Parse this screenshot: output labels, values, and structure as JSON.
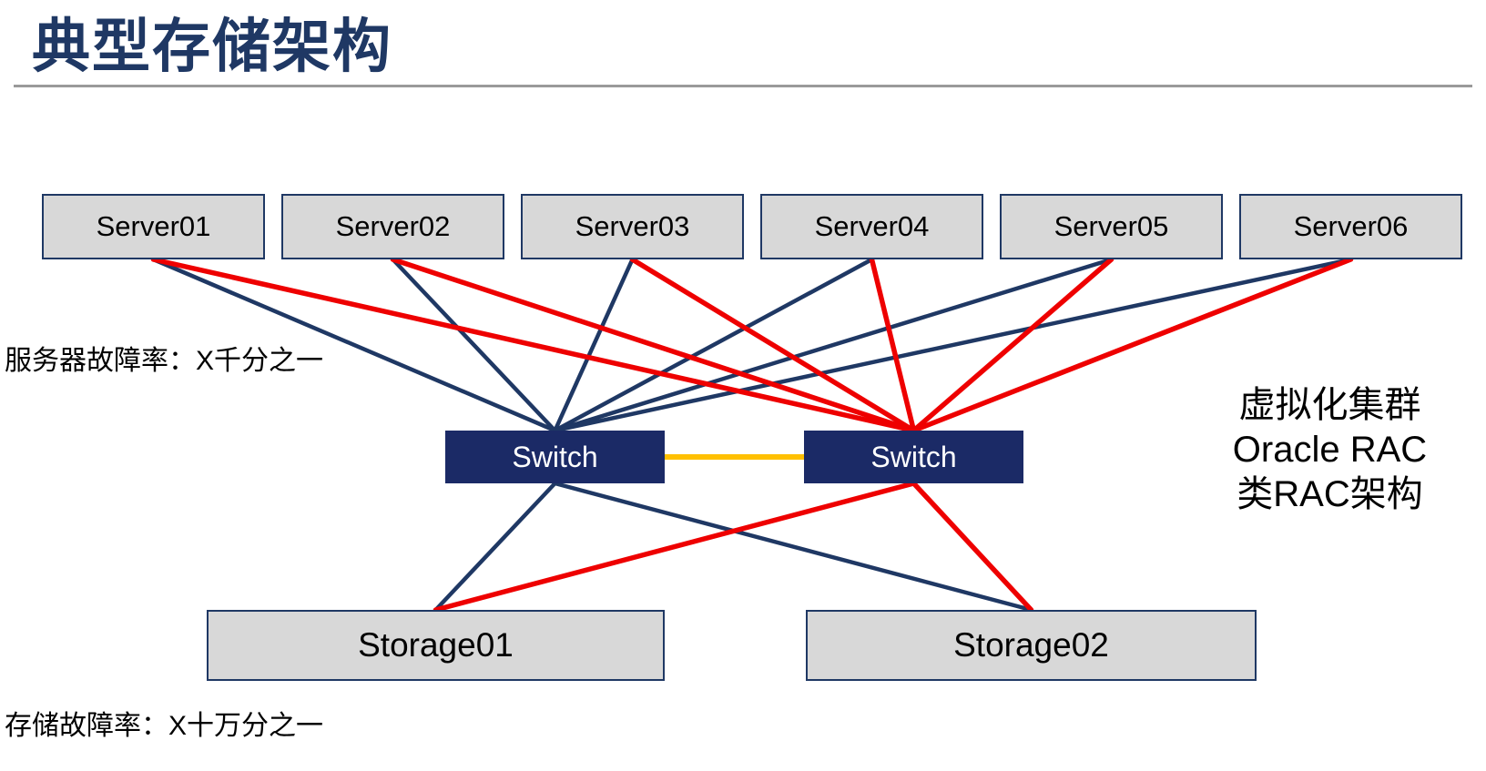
{
  "page": {
    "title": "典型存储架构"
  },
  "diagram": {
    "servers": [
      {
        "label": "Server01"
      },
      {
        "label": "Server02"
      },
      {
        "label": "Server03"
      },
      {
        "label": "Server04"
      },
      {
        "label": "Server05"
      },
      {
        "label": "Server06"
      }
    ],
    "switches": [
      {
        "label": "Switch"
      },
      {
        "label": "Switch"
      }
    ],
    "storages": [
      {
        "label": "Storage01"
      },
      {
        "label": "Storage02"
      }
    ],
    "labels": {
      "server_failure_rate": "服务器故障率：X千分之一",
      "storage_failure_rate": "存储故障率：X十万分之一",
      "annotation_lines": [
        "虚拟化集群",
        "Oracle RAC",
        "类RAC架构"
      ]
    },
    "colors": {
      "navy": "#1F3864",
      "red": "#EE0000",
      "gold": "#FFC000",
      "box_fill": "#D8D8D8",
      "switch_fill": "#1B2A66",
      "title": "#1F3864",
      "divider": "#9a9a9a"
    },
    "connections": [
      {
        "from": "server-1",
        "to": "switch-1",
        "color": "navy",
        "width": 4.5,
        "from_anchor": "bottom",
        "to_anchor": "top"
      },
      {
        "from": "server-2",
        "to": "switch-1",
        "color": "navy",
        "width": 4.5,
        "from_anchor": "bottom",
        "to_anchor": "top"
      },
      {
        "from": "server-3",
        "to": "switch-1",
        "color": "navy",
        "width": 4.5,
        "from_anchor": "bottom",
        "to_anchor": "top"
      },
      {
        "from": "server-4",
        "to": "switch-1",
        "color": "navy",
        "width": 4.5,
        "from_anchor": "bottom",
        "to_anchor": "top"
      },
      {
        "from": "server-5",
        "to": "switch-1",
        "color": "navy",
        "width": 4.5,
        "from_anchor": "bottom",
        "to_anchor": "top"
      },
      {
        "from": "server-6",
        "to": "switch-1",
        "color": "navy",
        "width": 4.5,
        "from_anchor": "bottom",
        "to_anchor": "top"
      },
      {
        "from": "switch-1",
        "to": "storage-1",
        "color": "navy",
        "width": 4.5,
        "from_anchor": "bottom",
        "to_anchor": "top"
      },
      {
        "from": "switch-1",
        "to": "storage-2",
        "color": "navy",
        "width": 4.5,
        "from_anchor": "bottom",
        "to_anchor": "top"
      },
      {
        "from": "server-1",
        "to": "switch-2",
        "color": "red",
        "width": 5.5,
        "from_anchor": "bottom",
        "to_anchor": "top"
      },
      {
        "from": "server-2",
        "to": "switch-2",
        "color": "red",
        "width": 5.5,
        "from_anchor": "bottom",
        "to_anchor": "top"
      },
      {
        "from": "server-3",
        "to": "switch-2",
        "color": "red",
        "width": 5.5,
        "from_anchor": "bottom",
        "to_anchor": "top"
      },
      {
        "from": "server-4",
        "to": "switch-2",
        "color": "red",
        "width": 5.5,
        "from_anchor": "bottom",
        "to_anchor": "top"
      },
      {
        "from": "server-5",
        "to": "switch-2",
        "color": "red",
        "width": 5.5,
        "from_anchor": "bottom",
        "to_anchor": "top"
      },
      {
        "from": "server-6",
        "to": "switch-2",
        "color": "red",
        "width": 5.5,
        "from_anchor": "bottom",
        "to_anchor": "top"
      },
      {
        "from": "switch-2",
        "to": "storage-1",
        "color": "red",
        "width": 5.5,
        "from_anchor": "bottom",
        "to_anchor": "top"
      },
      {
        "from": "switch-2",
        "to": "storage-2",
        "color": "red",
        "width": 5.5,
        "from_anchor": "bottom",
        "to_anchor": "top"
      },
      {
        "from": "switch-1",
        "to": "switch-2",
        "color": "gold",
        "width": 6,
        "from_anchor": "right",
        "to_anchor": "left"
      }
    ]
  }
}
